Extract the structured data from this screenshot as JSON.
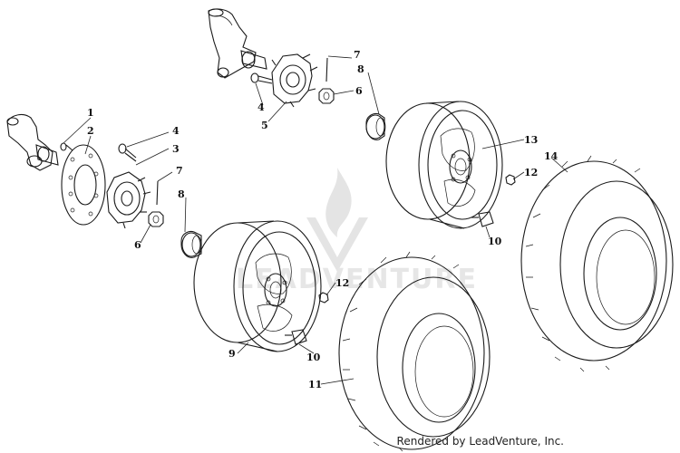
{
  "watermark": {
    "text": "LEADVENTURE"
  },
  "credit": "Rendered by LeadVenture, Inc.",
  "callouts": [
    {
      "id": "c1",
      "label": "1"
    },
    {
      "id": "c2",
      "label": "2"
    },
    {
      "id": "c3",
      "label": "3"
    },
    {
      "id": "c4a",
      "label": "4"
    },
    {
      "id": "c4b",
      "label": "4"
    },
    {
      "id": "c5",
      "label": "5"
    },
    {
      "id": "c6a",
      "label": "6"
    },
    {
      "id": "c6b",
      "label": "6"
    },
    {
      "id": "c7a",
      "label": "7"
    },
    {
      "id": "c7b",
      "label": "7"
    },
    {
      "id": "c8a",
      "label": "8"
    },
    {
      "id": "c8b",
      "label": "8"
    },
    {
      "id": "c9",
      "label": "9"
    },
    {
      "id": "c10a",
      "label": "10"
    },
    {
      "id": "c10b",
      "label": "10"
    },
    {
      "id": "c11",
      "label": "11"
    },
    {
      "id": "c12a",
      "label": "12"
    },
    {
      "id": "c12b",
      "label": "12"
    },
    {
      "id": "c13",
      "label": "13"
    },
    {
      "id": "c14",
      "label": "14"
    }
  ]
}
